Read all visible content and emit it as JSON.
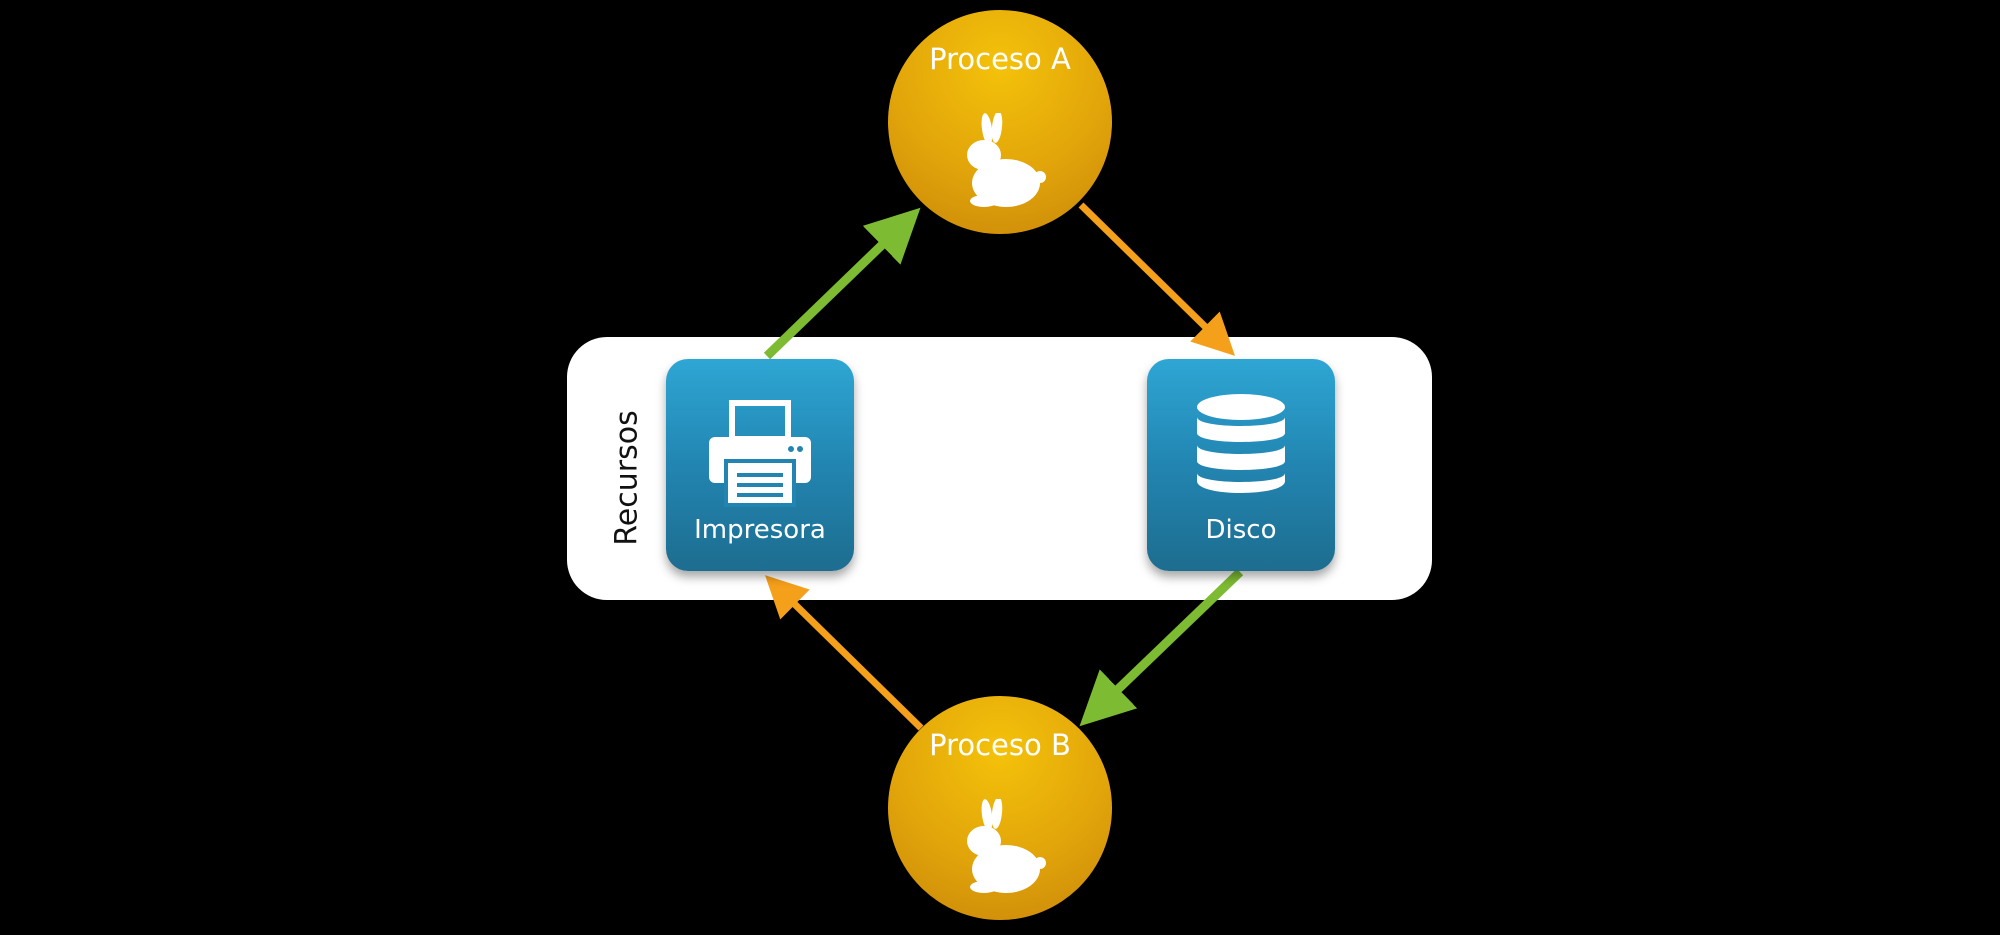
{
  "resources": {
    "label": "Recursos"
  },
  "processes": [
    {
      "label": "Proceso A",
      "icon": "rabbit-icon"
    },
    {
      "label": "Proceso B",
      "icon": "rabbit-icon"
    }
  ],
  "resource_items": [
    {
      "label": "Impresora",
      "icon": "printer-icon"
    },
    {
      "label": "Disco",
      "icon": "database-icon"
    }
  ],
  "edges": [
    {
      "from": "Impresora",
      "to": "Proceso A",
      "color": "#7dbb32"
    },
    {
      "from": "Proceso A",
      "to": "Disco",
      "color": "#f5a01a"
    },
    {
      "from": "Disco",
      "to": "Proceso B",
      "color": "#7dbb32"
    },
    {
      "from": "Proceso B",
      "to": "Impresora",
      "color": "#f5a01a"
    }
  ],
  "colors": {
    "background": "#000000",
    "process_fill": "#e1a40a",
    "tile_fill": "#2285b1",
    "panel_fill": "#ffffff",
    "held_edge": "#7dbb32",
    "requested_edge": "#f5a01a"
  }
}
